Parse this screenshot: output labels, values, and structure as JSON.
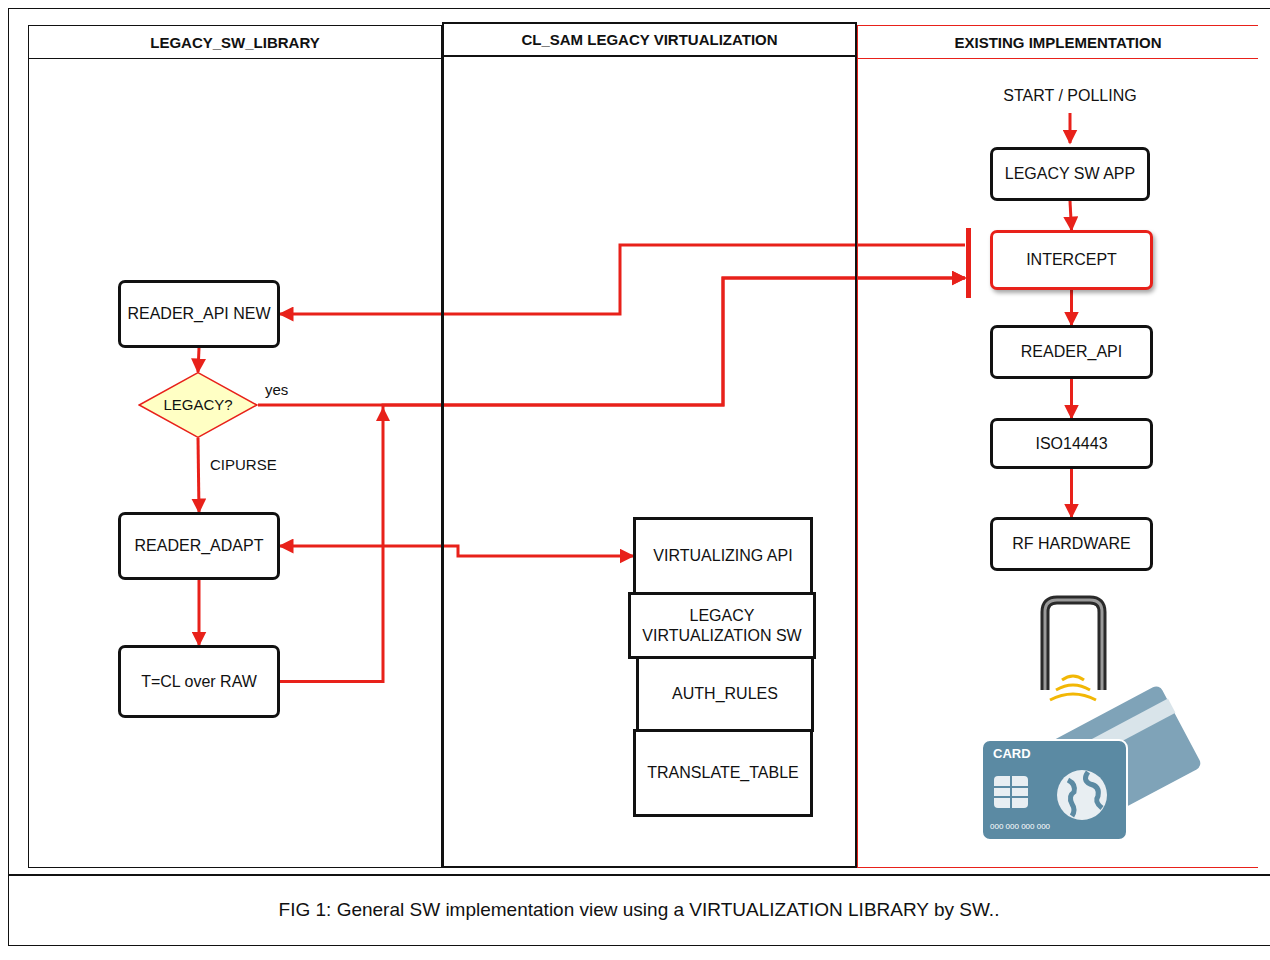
{
  "diagram": {
    "caption": "FIG 1: General SW implementation view using a VIRTUALIZATION LIBRARY by SW..",
    "nodes": [
      {
        "text": [
          "LEGACY_SW_LIBRARY"
        ]
      },
      {
        "text": [
          "READER_API NEW"
        ],
        "in": 0
      },
      {
        "text": [
          "LEGACY?"
        ],
        "in": 0
      },
      {
        "text": [
          "READER_ADAPT"
        ],
        "in": 0
      },
      {
        "text": [
          "T=CL over RAW"
        ],
        "in": 0
      },
      {
        "text": [
          "CL_SAM LEGACY VIRTUALIZATION"
        ]
      },
      {
        "text": [
          "VIRTUALIZING API"
        ],
        "in": 5
      },
      {
        "text": [
          "LEGACY VIRTUALIZATION SW"
        ],
        "in": 5
      },
      {
        "text": [
          "AUTH_RULES"
        ],
        "in": 5
      },
      {
        "text": [
          "TRANSLATE_TABLE"
        ],
        "in": 5
      },
      {
        "text": [
          "EXISTING IMPLEMENTATION"
        ]
      },
      {
        "text": [
          "LEGACY SW APP"
        ],
        "in": 10
      },
      {
        "text": [
          "INTERCEPT"
        ],
        "in": 10
      },
      {
        "text": [
          "READER_API"
        ],
        "in": 10
      },
      {
        "text": [
          "ISO14443"
        ],
        "in": 10
      },
      {
        "text": [
          "RF HARDWARE"
        ],
        "in": 10
      }
    ],
    "edges": [
      {
        "from": 11,
        "to": 12,
        "arrow": "to"
      },
      {
        "from": 12,
        "to": 1,
        "arrow": "to"
      },
      {
        "from": 1,
        "to": 2,
        "arrow": "to"
      },
      {
        "from": 2,
        "to": 12,
        "label": "yes",
        "arrow": "to"
      },
      {
        "from": 2,
        "to": 3,
        "label": "CIPURSE",
        "arrow": "to"
      },
      {
        "from": 3,
        "to": 6,
        "arrow": "both"
      },
      {
        "from": 3,
        "to": 4,
        "arrow": "to"
      },
      {
        "from": 4,
        "to": 12,
        "arrow": "to"
      },
      {
        "from": 12,
        "to": 13,
        "arrow": "to"
      },
      {
        "from": 13,
        "to": 14,
        "arrow": "to"
      },
      {
        "from": 14,
        "to": 15,
        "arrow": "to"
      }
    ],
    "labels": [
      "START / POLLING",
      "CARD",
      "000 000 000 000"
    ]
  }
}
